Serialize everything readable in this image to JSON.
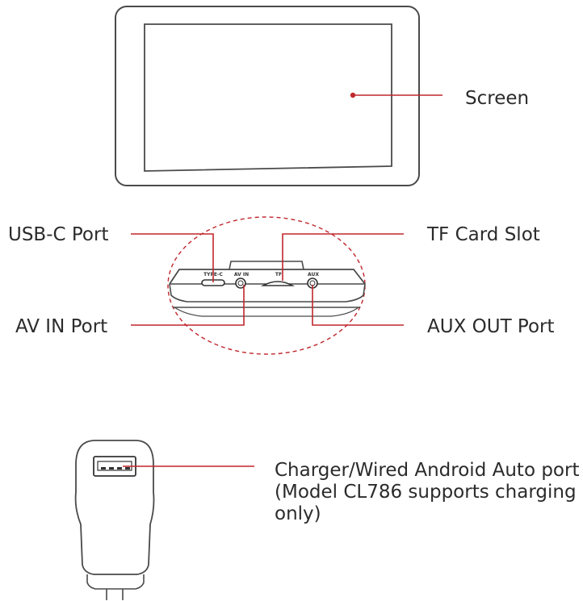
{
  "colors": {
    "accent": "#c0272d",
    "outline": "#4a4a4a",
    "text": "#2b2b2b"
  },
  "labels": {
    "screen": "Screen",
    "usb_c_port": "USB-C Port",
    "tf_card_slot": "TF Card Slot",
    "av_in_port": "AV IN Port",
    "aux_out_port": "AUX OUT Port",
    "charger_line1": "Charger/Wired Android Auto port",
    "charger_line2": "(Model CL786 supports charging only)"
  },
  "port_markings": {
    "type_c": "TYPE-C",
    "av_in": "AV IN",
    "tf": "TF",
    "aux": "AUX"
  }
}
